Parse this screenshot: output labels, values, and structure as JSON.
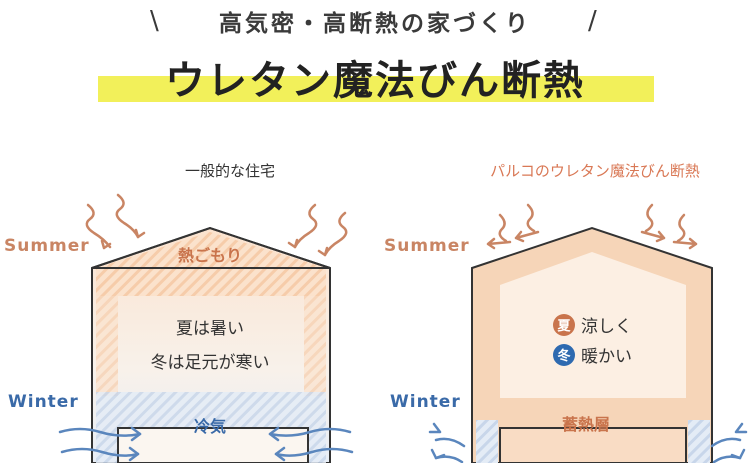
{
  "header": {
    "subtitle": "高気密・高断熱の家づくり",
    "title": "ウレタン魔法びん断熱"
  },
  "left_panel": {
    "caption": "一般的な住宅",
    "summer_label": "Summer",
    "winter_label": "Winter",
    "attic_label": "熱ごもり",
    "inner_line1": "夏は暑い",
    "inner_line2": "冬は足元が寒い",
    "floor_label": "冷気"
  },
  "right_panel": {
    "caption": "パルコのウレタン魔法びん断熱",
    "summer_label": "Summer",
    "winter_label": "Winter",
    "summer_badge": "夏",
    "summer_text": "涼しく",
    "winter_badge": "冬",
    "winter_text": "暖かい",
    "floor_label": "蓄熱層"
  },
  "colors": {
    "summer": "#c98564",
    "winter": "#3a6aa8",
    "highlight": "#f2f05a",
    "house_fill": "#fbe7d6",
    "insulation": "#f4cfae"
  }
}
